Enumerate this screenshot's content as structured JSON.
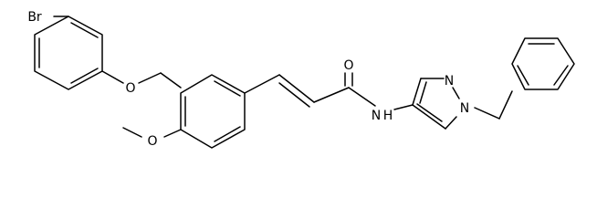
{
  "molecule": {
    "atoms": {
      "br": "Br",
      "ether_o": "O",
      "methoxy_o": "O",
      "carbonyl_o": "O",
      "amide_n": "N",
      "amide_h": "H",
      "pyrazole_n2": "N",
      "pyrazole_n1": "N"
    }
  }
}
